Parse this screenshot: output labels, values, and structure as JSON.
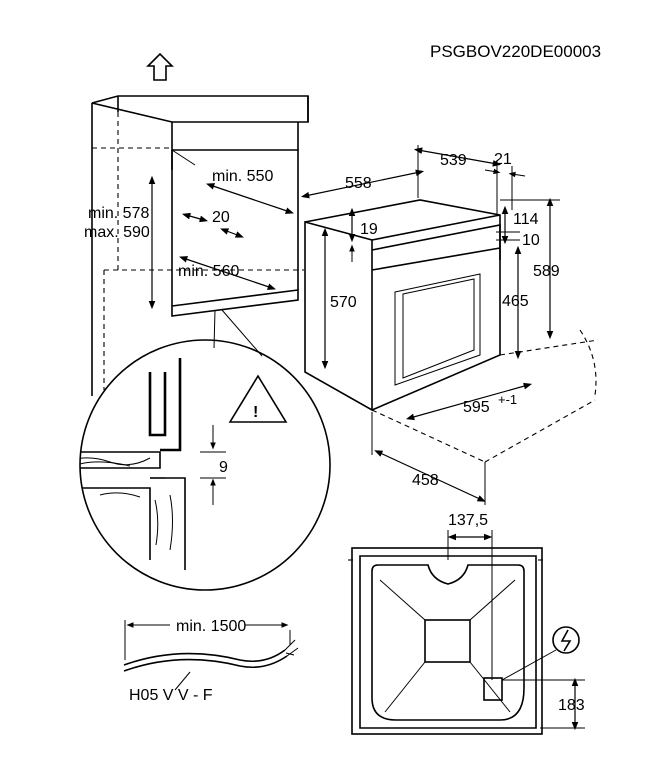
{
  "drawing_code": "PSGBOV220DE00003",
  "niche": {
    "min_578": "min. 578",
    "max_590": "max. 590",
    "min_550": "min. 550",
    "gap_20": "20",
    "min_560": "min. 560"
  },
  "oven": {
    "depth_558": "558",
    "depth_539": "539",
    "front_21": "21",
    "top_19": "19",
    "top_114": "114",
    "door_10": "10",
    "height_570": "570",
    "height_589": "589",
    "height_465": "465",
    "width_595": "595",
    "width_tol": "+-1",
    "door_458": "458"
  },
  "detail": {
    "gap_9": "9",
    "warning_icon": "warning-triangle-icon"
  },
  "back_view": {
    "offset_137_5": "137,5",
    "height_183": "183",
    "electric_icon": "lightning-icon"
  },
  "cable": {
    "length": "min. 1500",
    "type": "H05 V V - F"
  }
}
